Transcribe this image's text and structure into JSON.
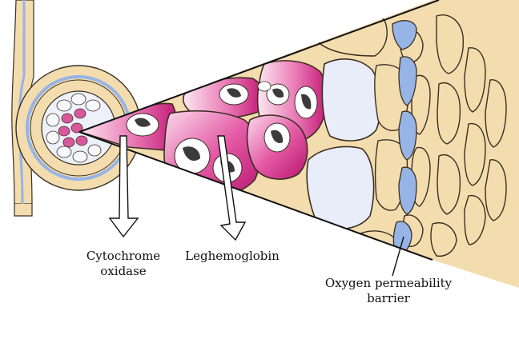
{
  "labels": {
    "cytochrome_line1": "Cytochrome",
    "cytochrome_line2": "oxidase",
    "leghemoglobin": "Leghemoglobin",
    "oxygen_line1": "Oxygen permeability",
    "oxygen_line2": "barrier"
  },
  "colors": {
    "cortex_fill": "#f3dcae",
    "cell_outline": "#3a2f22",
    "barrier_blue": "#97b4e6",
    "infected_magenta": "#c71a7a",
    "infected_pale": "#f7dceb",
    "vacuole_fill": "#e9edf9",
    "bacteroid": "#3b3b3b",
    "nucleus_white": "#ffffff"
  }
}
